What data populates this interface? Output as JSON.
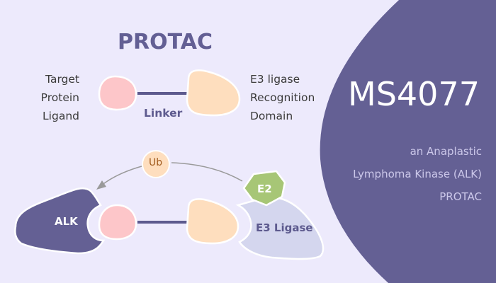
{
  "diagram": {
    "title": "PROTAC",
    "labels": {
      "target_protein_ligand": [
        "Target",
        "Protein",
        "Ligand"
      ],
      "linker": "Linker",
      "e3_recognition_domain": [
        "E3 ligase",
        "Recognition",
        "Domain"
      ],
      "alk": "ALK",
      "ubiquitin": "Ub",
      "e2": "E2",
      "e3_ligase": "E3 Ligase"
    },
    "colors": {
      "background": "#edeafc",
      "accent_purple": "#646094",
      "ligand_pink": "#fdc6c9",
      "recognition_peach": "#fedebe",
      "e2_green": "#a7c676",
      "e3_lavender": "#d4d6ee",
      "arrow_gray": "#9a9a9a"
    }
  },
  "panel": {
    "compound": "MS4077",
    "description": [
      "an Anaplastic",
      "Lymphoma Kinase (ALK)",
      "PROTAC"
    ]
  }
}
